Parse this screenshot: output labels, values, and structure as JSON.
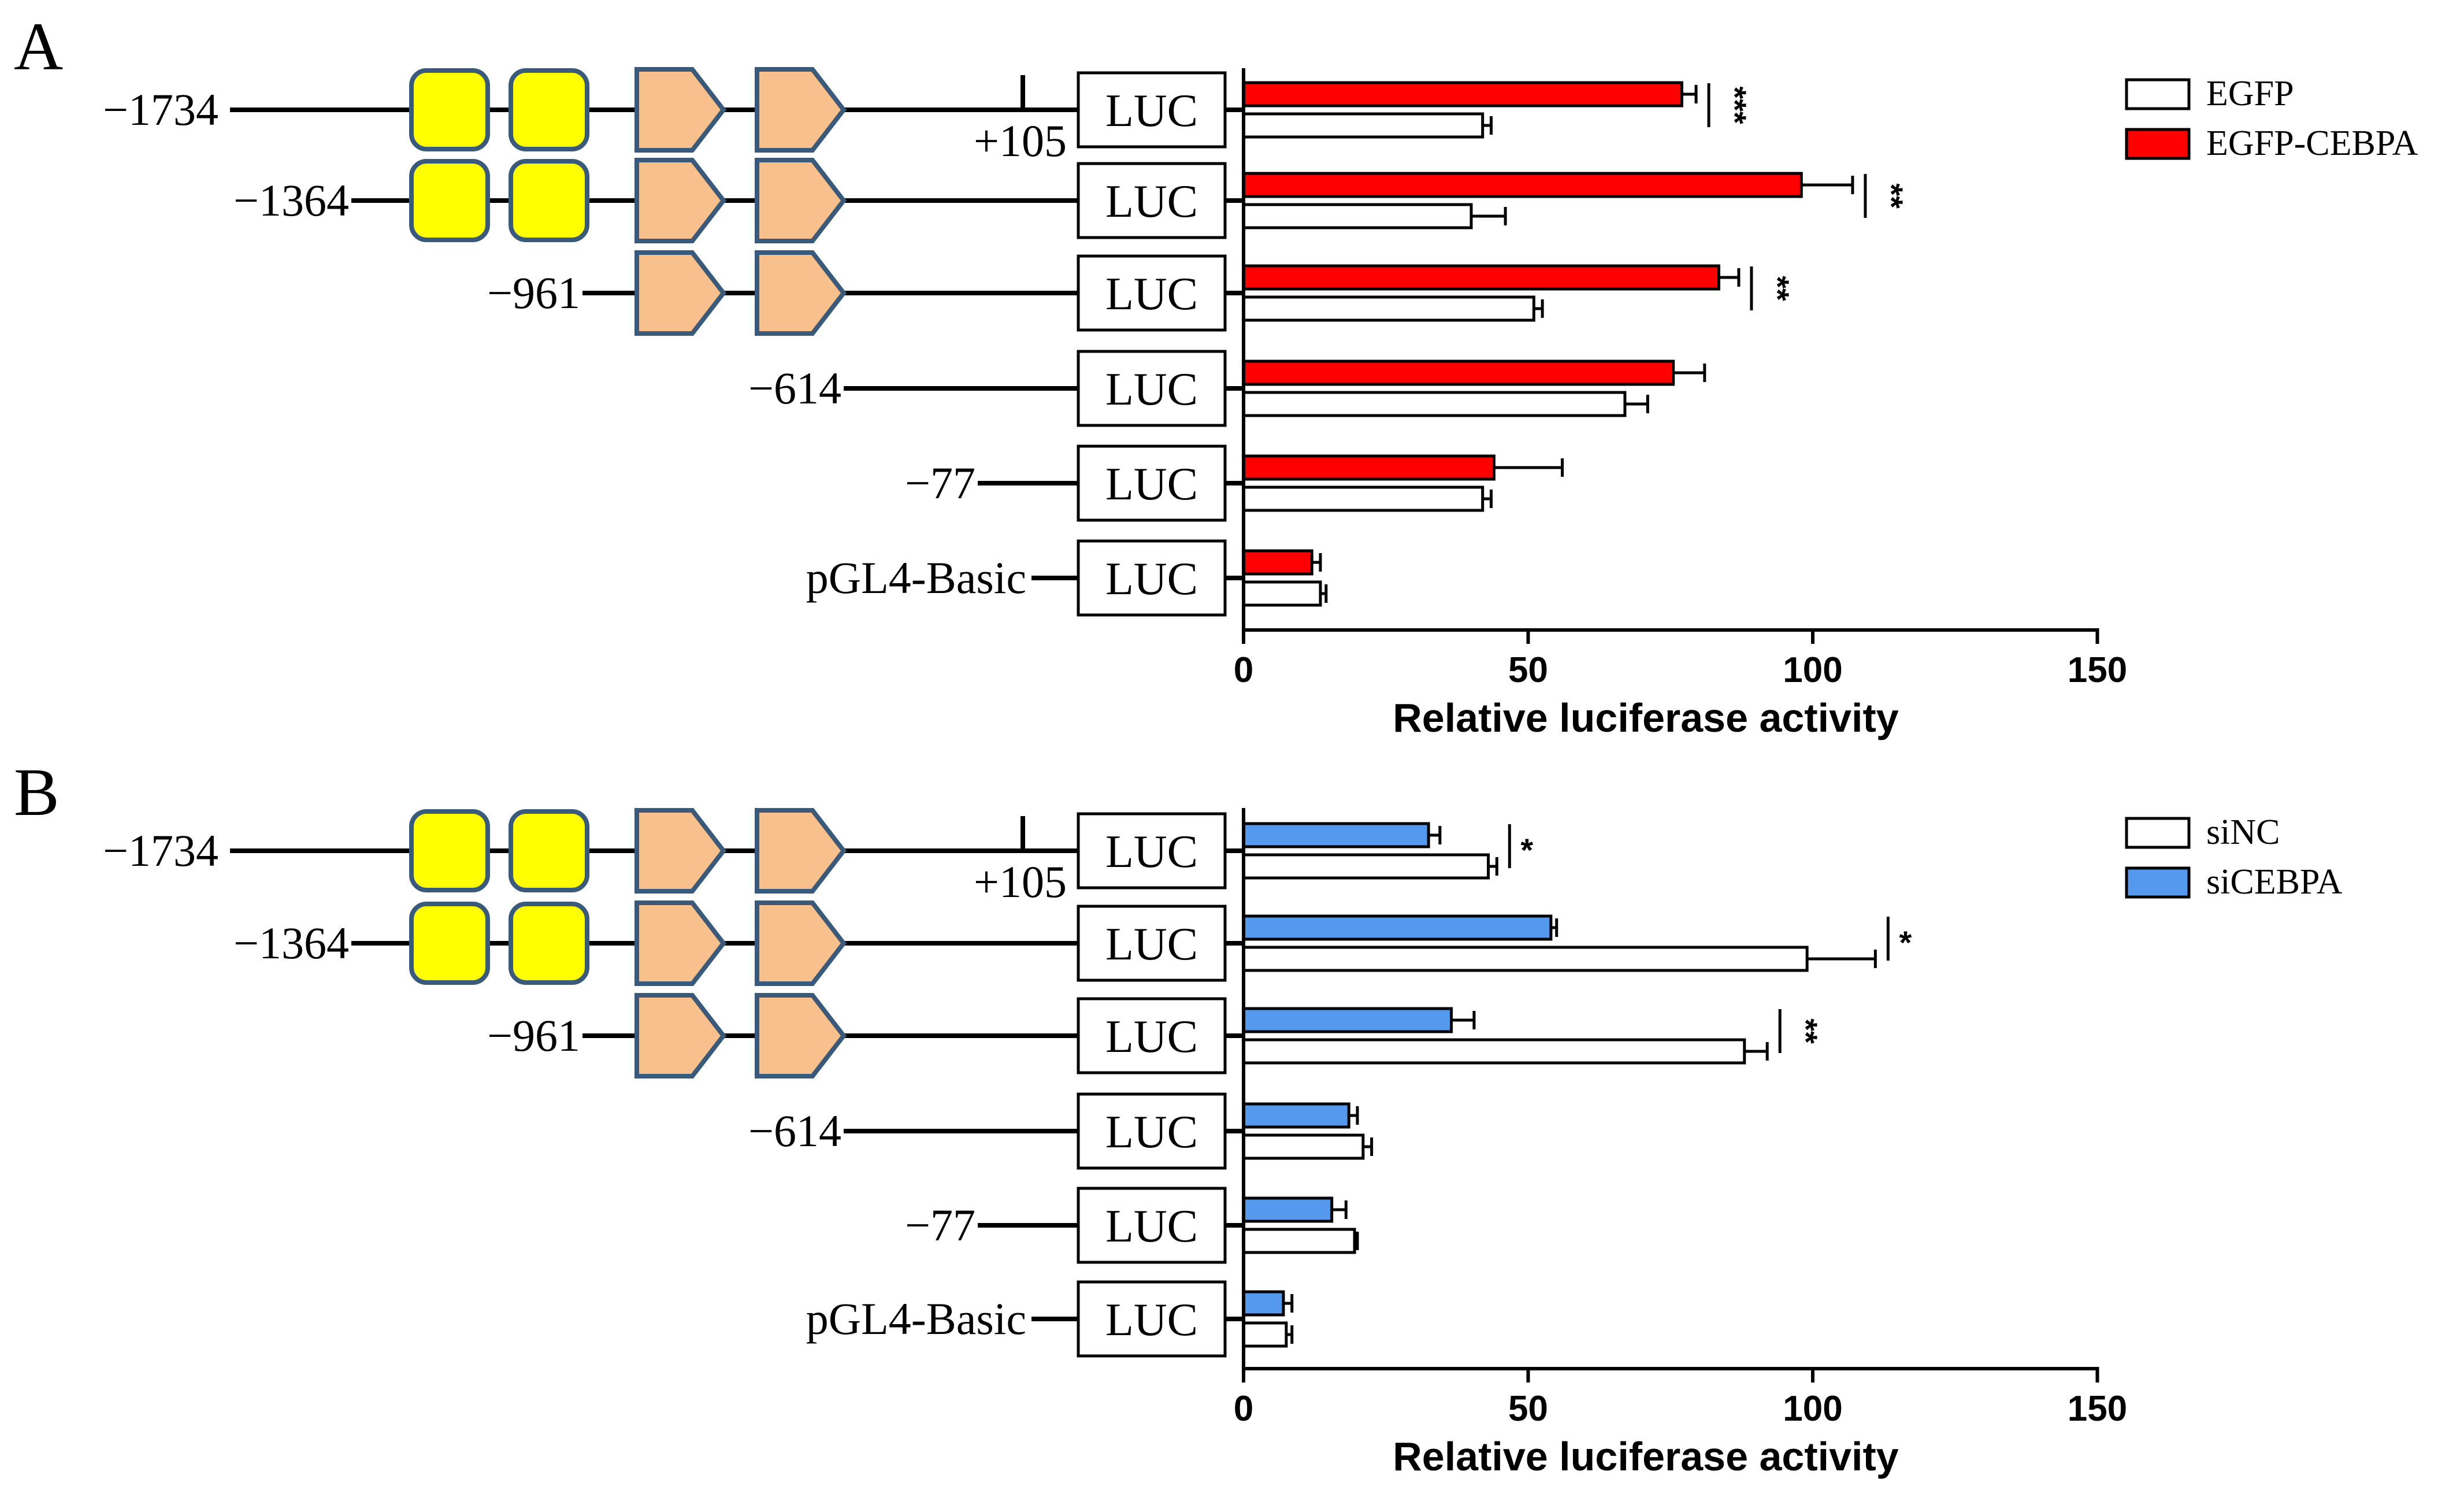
{
  "panels": [
    {
      "letter": "A",
      "construct_labels": [
        "−1734",
        "−1364",
        "−961",
        "−614",
        "−77",
        "pGL4-Basic"
      ],
      "tss_label": "+105",
      "reporter_label": "LUC",
      "legend": [
        "EGFP",
        "EGFP-CEBPA"
      ],
      "significance": [
        "***",
        "**",
        "**",
        "",
        "",
        ""
      ]
    },
    {
      "letter": "B",
      "construct_labels": [
        "−1734",
        "−1364",
        "−961",
        "−614",
        "−77",
        "pGL4-Basic"
      ],
      "tss_label": "+105",
      "reporter_label": "LUC",
      "legend": [
        "siNC",
        "siCEBPA"
      ],
      "significance": [
        "*",
        "*",
        "**",
        "",
        "",
        ""
      ]
    }
  ],
  "chart_data": [
    {
      "type": "bar",
      "orientation": "horizontal",
      "categories": [
        "−1734",
        "−1364",
        "−961",
        "−614",
        "−77",
        "pGL4-Basic"
      ],
      "series": [
        {
          "name": "EGFP-CEBPA",
          "color": "#ff0000",
          "values": [
            77,
            98,
            83.5,
            75.5,
            44,
            12
          ],
          "errors": [
            2.5,
            9,
            3.5,
            5.5,
            12,
            1.5
          ]
        },
        {
          "name": "EGFP",
          "color": "#ffffff",
          "values": [
            42,
            40,
            51,
            67,
            42,
            13.5
          ],
          "errors": [
            1.5,
            6,
            1.5,
            4,
            1.5,
            1
          ]
        }
      ],
      "xlabel": "Relative  luciferase activity",
      "xlim": [
        0,
        150
      ],
      "xticks": [
        0,
        50,
        100,
        150
      ],
      "legend_position": "top-right",
      "grid": false
    },
    {
      "type": "bar",
      "orientation": "horizontal",
      "categories": [
        "−1734",
        "−1364",
        "−961",
        "−614",
        "−77",
        "pGL4-Basic"
      ],
      "series": [
        {
          "name": "siCEBPA",
          "color": "#5599ee",
          "values": [
            32.5,
            54,
            36.5,
            18.5,
            15.5,
            7
          ],
          "errors": [
            2,
            1,
            4,
            1.5,
            2.5,
            1.5
          ]
        },
        {
          "name": "siNC",
          "color": "#ffffff",
          "values": [
            43,
            99,
            88,
            21,
            19.5,
            7.5
          ],
          "errors": [
            1.5,
            12,
            4,
            1.5,
            0.5,
            1
          ]
        }
      ],
      "xlabel": "Relative  luciferase activity",
      "xlim": [
        0,
        150
      ],
      "xticks": [
        0,
        50,
        100,
        150
      ],
      "legend_position": "top-right",
      "grid": false
    }
  ]
}
